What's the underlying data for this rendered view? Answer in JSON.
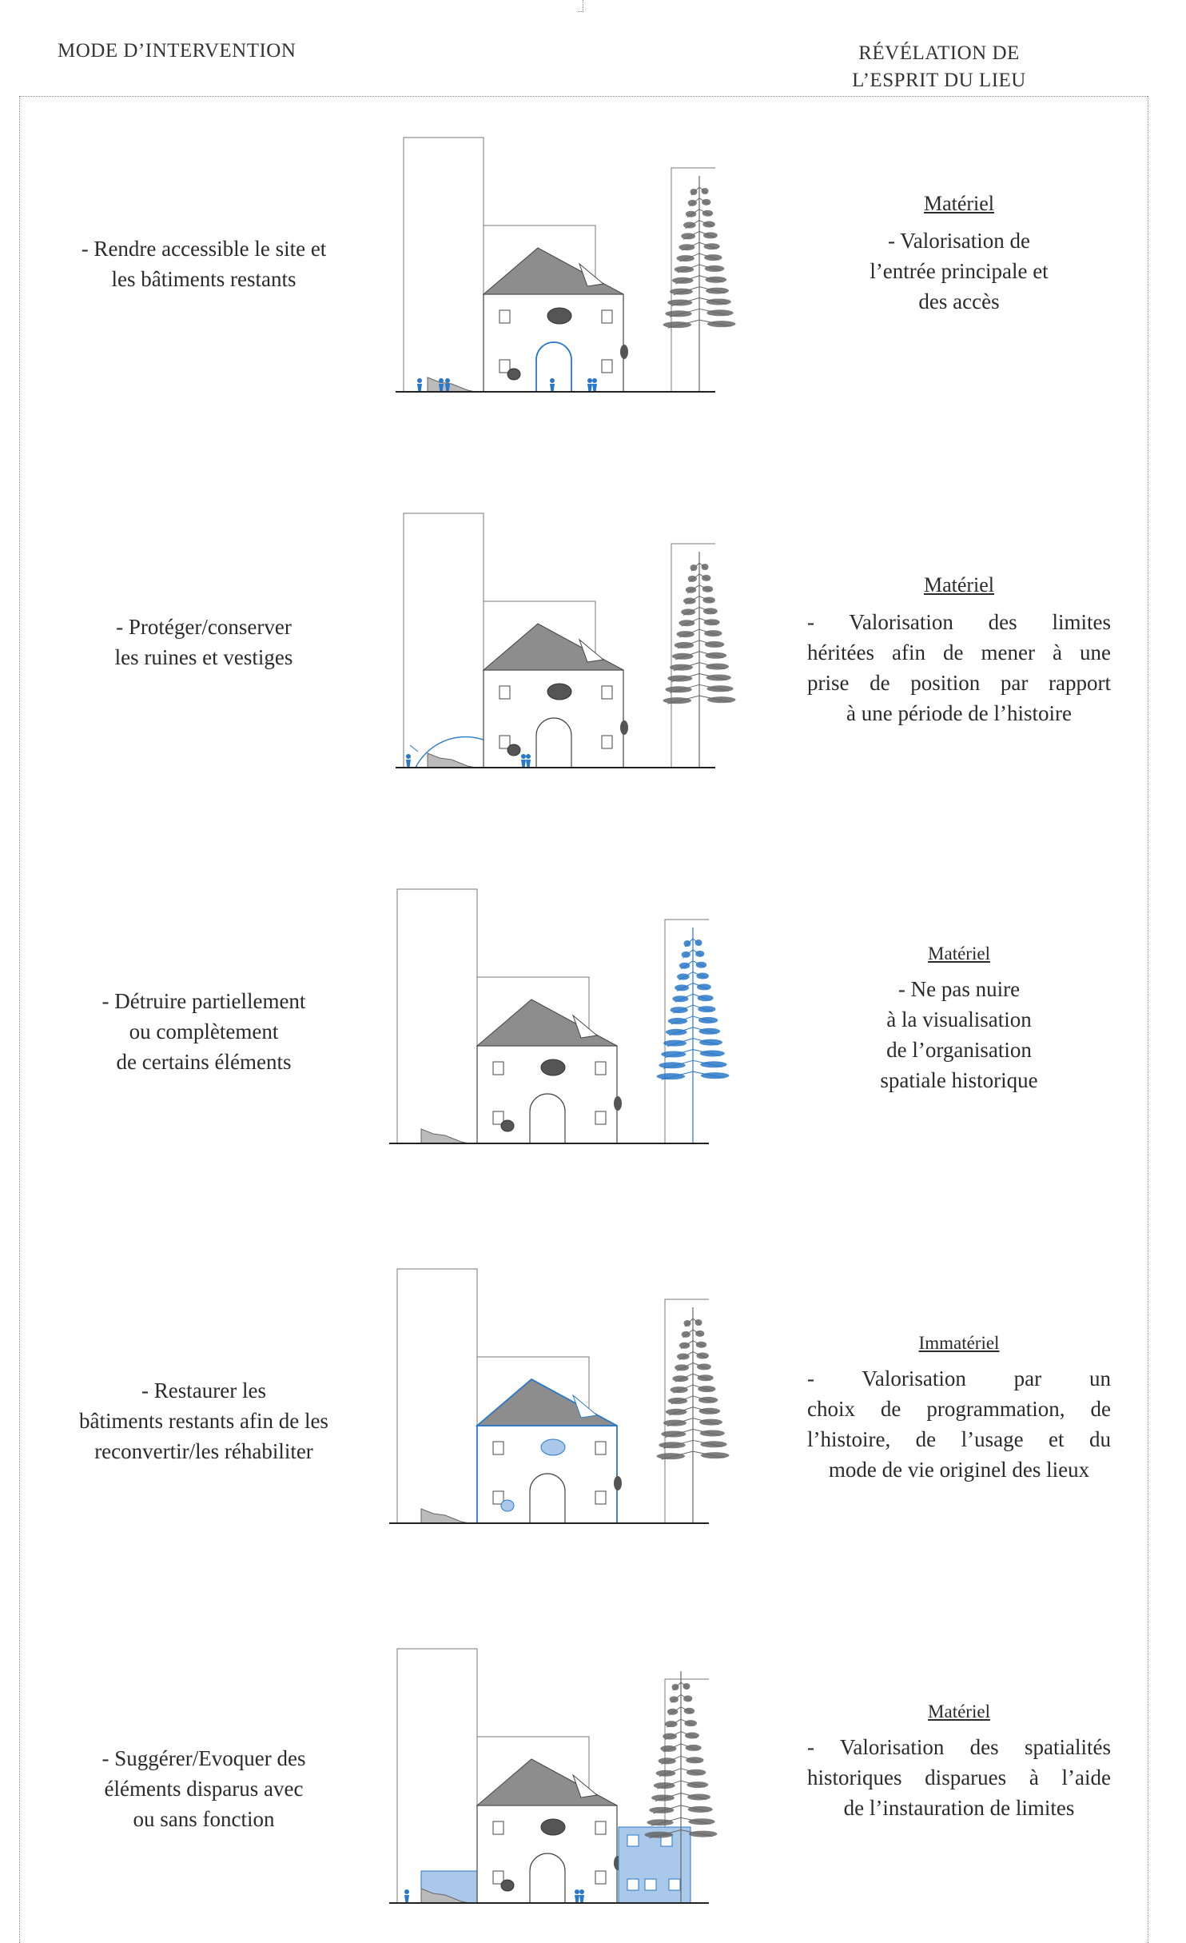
{
  "header": {
    "left": "MODE D’INTERVENTION",
    "right_lines": [
      "RÉVÉLATION DE",
      "L’ESPRIT DU LIEU"
    ]
  },
  "rows": [
    {
      "left_lines": [
        "- Rendre accessible le site et",
        "les bâtiments restants"
      ],
      "category": "Matériel",
      "right_lines": [
        "- Valorisation de",
        "l’entrée principale et",
        "des accès"
      ]
    },
    {
      "left_lines": [
        "- Protéger/conserver",
        "les ruines et vestiges"
      ],
      "category": "Matériel",
      "right_lines": [
        "- Valorisation des limites",
        "héritées afin de mener à une",
        "prise de position par rapport",
        "à une période de l’histoire"
      ]
    },
    {
      "left_lines": [
        "- Détruire partiellement",
        "ou complètement",
        "de certains éléments"
      ],
      "category": "Matériel",
      "right_lines": [
        "- Ne pas nuire",
        "à la visualisation",
        "de l’organisation",
        "spatiale historique"
      ]
    },
    {
      "left_lines": [
        "- Restaurer les",
        "bâtiments restants afin de les",
        "reconvertir/les réhabiliter"
      ],
      "category": "Immatériel",
      "right_lines": [
        "- Valorisation par un",
        "choix de programmation, de",
        "l’histoire, de l’usage et du",
        "mode de vie originel des lieux"
      ]
    },
    {
      "left_lines": [
        "- Suggérer/Evoquer des",
        "éléments disparus avec",
        "ou sans fonction"
      ],
      "category": "Matériel",
      "right_lines": [
        "- Valorisation des spatialités",
        "historiques disparues à l’aide",
        "de l’instauration de limites"
      ]
    }
  ],
  "colors": {
    "accent_blue": "#2a78c8",
    "roof_gray": "#8d8d8d",
    "line": "#555555",
    "text": "#2b2b2b"
  }
}
